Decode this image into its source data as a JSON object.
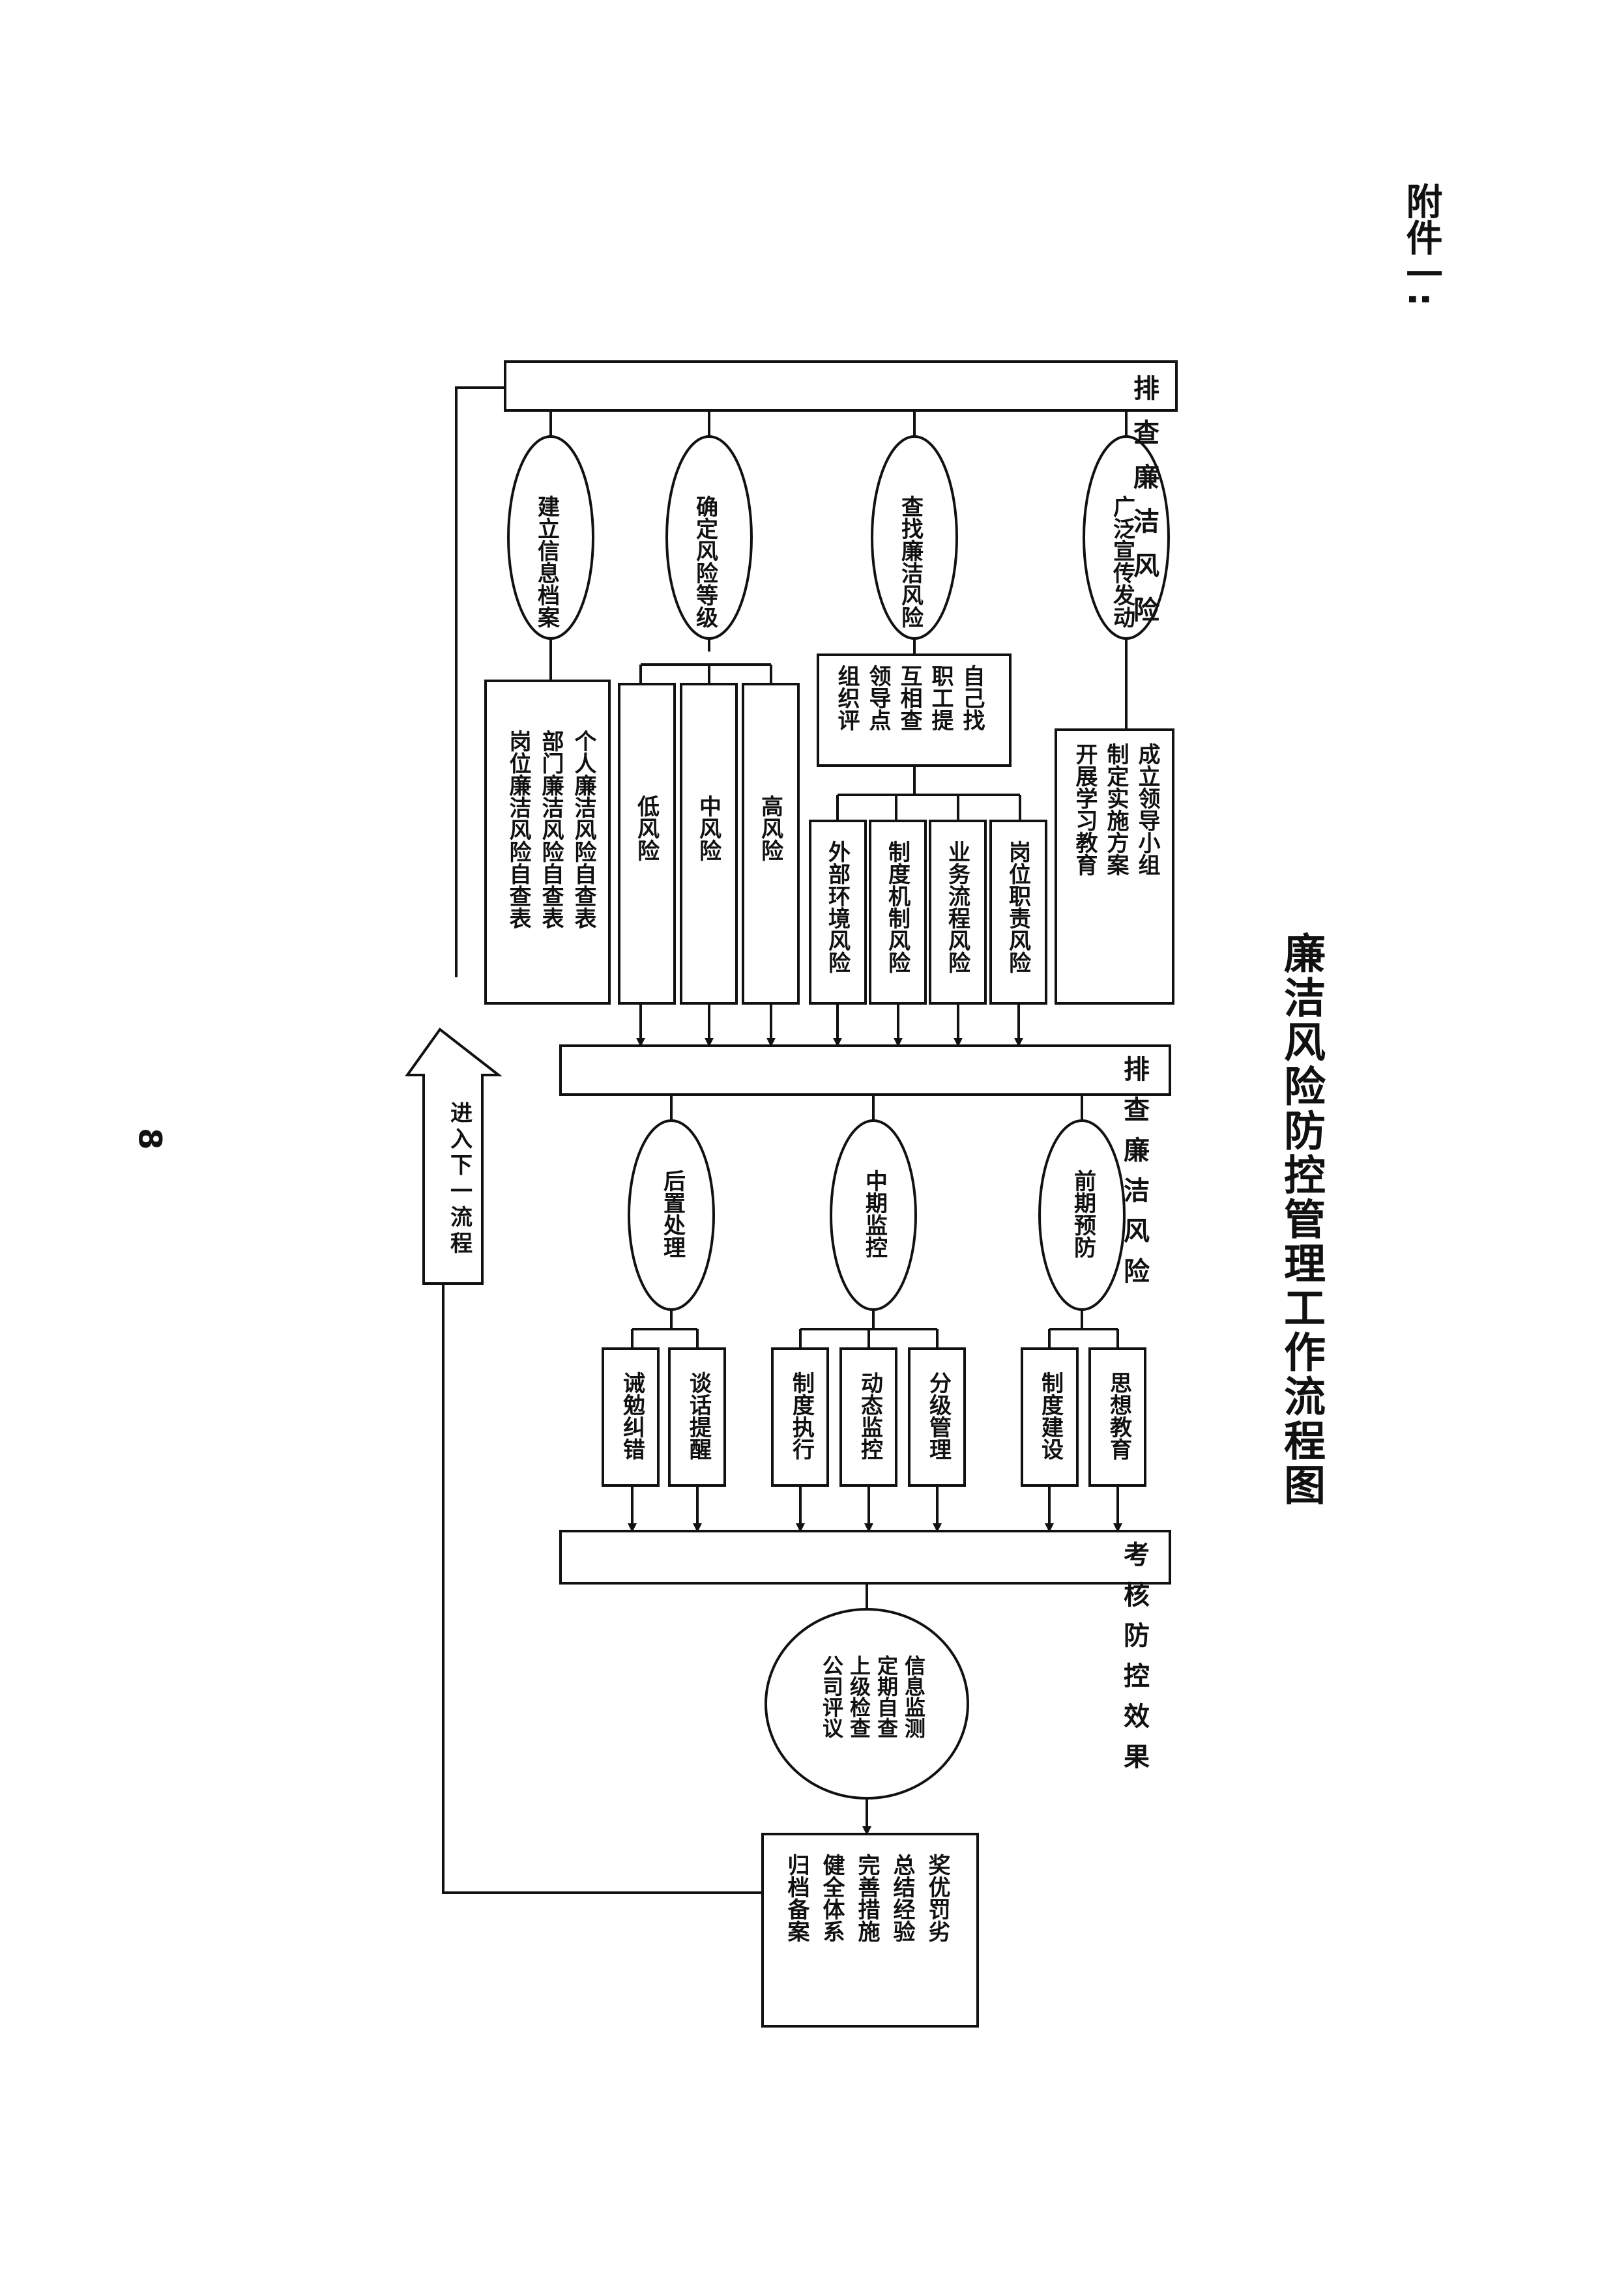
{
  "attachment_label": "附件一:",
  "title": "廉洁风险防控管理工作流程图",
  "page_number": "8",
  "flow": {
    "stage1_bar": "排查廉洁风险",
    "stage1_ovals": [
      "广泛宣传发动",
      "查找廉洁风险",
      "确定风险等级",
      "建立信息档案"
    ],
    "stage1_detail_lead": [
      "成立领导小组",
      "制定实施方案",
      "开展学习教育"
    ],
    "stage1_search_methods": [
      "自己找",
      "职工提",
      "互相查",
      "领导点",
      "组织评"
    ],
    "stage1_risk_types": [
      "岗位职责风险",
      "业务流程风险",
      "制度机制风险",
      "外部环境风险"
    ],
    "stage1_risk_levels": [
      "高风险",
      "中风险",
      "低风险"
    ],
    "stage1_archives": [
      "个人廉洁风险自查表",
      "部门廉洁风险自查表",
      "岗位廉洁风险自查表"
    ],
    "stage2_bar": "排查廉洁风险",
    "stage2_ovals": [
      "前期预防",
      "中期监控",
      "后置处理"
    ],
    "stage2_prevent": [
      "思想教育",
      "制度建设"
    ],
    "stage2_monitor": [
      "分级管理",
      "动态监控",
      "制度执行"
    ],
    "stage2_handle": [
      "谈话提醒",
      "诫勉纠错"
    ],
    "stage3_bar": "考核防控效果",
    "stage3_oval": [
      "信息监测",
      "定期自查",
      "上级检查",
      "公司评议"
    ],
    "stage3_result": [
      "奖优罚劣",
      "总结经验",
      "完善措施",
      "健全体系",
      "归档备案"
    ],
    "next_arrow": "进入下一流程"
  }
}
